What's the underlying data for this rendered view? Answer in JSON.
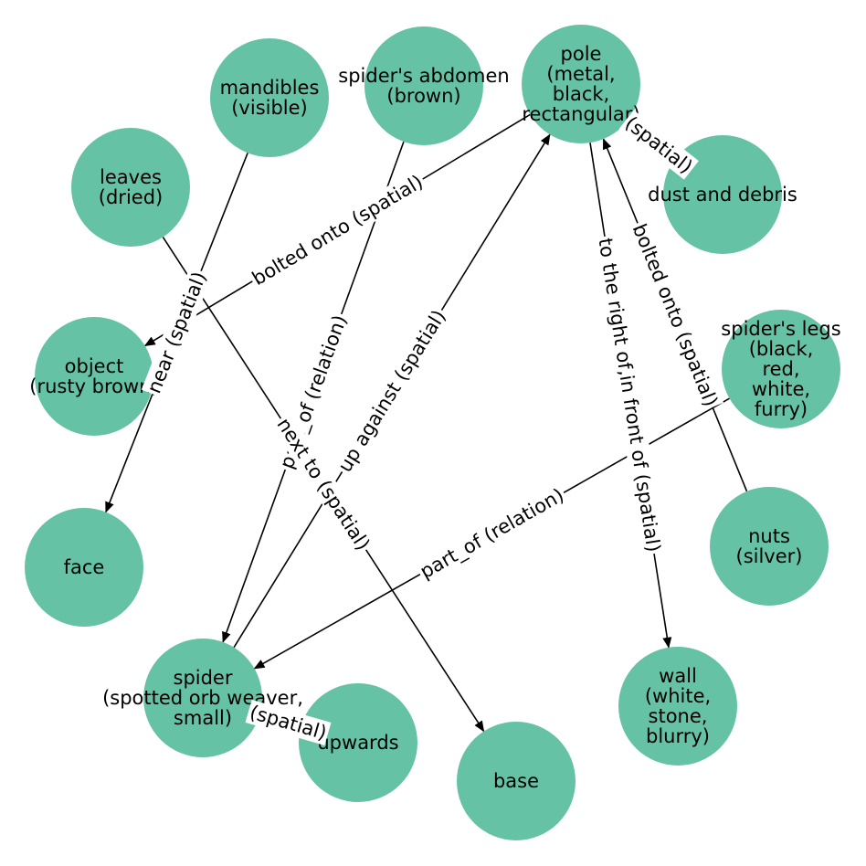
{
  "diagram": {
    "node_color": "#66c2a5",
    "nodes": [
      {
        "id": "pole",
        "lines": [
          "pole",
          "(metal,",
          "black,",
          "rectangular)"
        ]
      },
      {
        "id": "abdomen",
        "lines": [
          "spider's abdomen",
          "(brown)"
        ]
      },
      {
        "id": "mandibles",
        "lines": [
          "mandibles",
          "(visible)"
        ]
      },
      {
        "id": "leaves",
        "lines": [
          "leaves",
          "(dried)"
        ]
      },
      {
        "id": "object",
        "lines": [
          "object",
          "(rusty brown)"
        ]
      },
      {
        "id": "face",
        "lines": [
          "face"
        ]
      },
      {
        "id": "spider",
        "lines": [
          "spider",
          "(spotted orb weaver,",
          "small)"
        ]
      },
      {
        "id": "upwards",
        "lines": [
          "upwards"
        ]
      },
      {
        "id": "base",
        "lines": [
          "base"
        ]
      },
      {
        "id": "wall",
        "lines": [
          "wall",
          "(white,",
          "stone,",
          "blurry)"
        ]
      },
      {
        "id": "nuts",
        "lines": [
          "nuts",
          "(silver)"
        ]
      },
      {
        "id": "legs",
        "lines": [
          "spider's legs",
          "(black,",
          "red,",
          "white,",
          "furry)"
        ]
      },
      {
        "id": "dust",
        "lines": [
          "dust and debris"
        ]
      }
    ],
    "edges": [
      {
        "from": "pole",
        "to": "object",
        "label": "bolted onto (spatial)",
        "arrow": true
      },
      {
        "from": "nuts",
        "to": "pole",
        "label": "bolted onto (spatial)",
        "arrow": true
      },
      {
        "from": "pole",
        "to": "wall",
        "label": "to the right of,in front of (spatial)",
        "arrow": true
      },
      {
        "from": "spider",
        "to": "pole",
        "label": "up against (spatial)",
        "arrow": true
      },
      {
        "from": "abdomen",
        "to": "spider",
        "label": "part_of (relation)",
        "arrow": true
      },
      {
        "from": "legs",
        "to": "spider",
        "label": "part_of (relation)",
        "arrow": true
      },
      {
        "from": "mandibles",
        "to": "face",
        "label": "near (spatial)",
        "arrow": true
      },
      {
        "from": "leaves",
        "to": "base",
        "label": "next to (spatial)",
        "arrow": true
      },
      {
        "from": "pole",
        "to": "dust",
        "label": "(spatial)",
        "arrow": false
      },
      {
        "from": "spider",
        "to": "upwards",
        "label": "(spatial)",
        "arrow": false
      }
    ]
  }
}
